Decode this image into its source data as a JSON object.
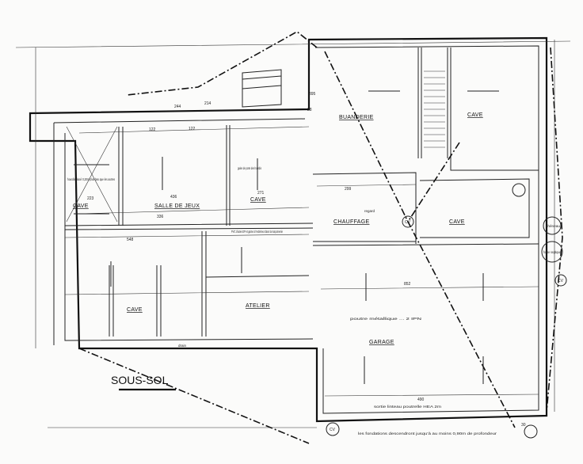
{
  "plan": {
    "title": "SOUS-SOL",
    "rooms": [
      {
        "id": "cave-1",
        "label": "CAVE"
      },
      {
        "id": "salle-de-jeux",
        "label": "SALLE DE JEUX"
      },
      {
        "id": "cave-2",
        "label": "CAVE"
      },
      {
        "id": "cave-3",
        "label": "CAVE"
      },
      {
        "id": "atelier",
        "label": "ATELIER"
      },
      {
        "id": "buanderie",
        "label": "BUANDERIE"
      },
      {
        "id": "cave-4",
        "label": "CAVE"
      },
      {
        "id": "chauffage",
        "label": "CHAUFFAGE"
      },
      {
        "id": "cave-5",
        "label": "CAVE"
      },
      {
        "id": "garage",
        "label": "GARAGE"
      }
    ],
    "dimensions": [
      "223",
      "436",
      "336",
      "271",
      "122",
      "122",
      "244",
      "548",
      "299",
      "852",
      "490",
      "395",
      "28",
      "214",
      "30",
      "CV",
      "CV",
      "CV"
    ],
    "notes": [
      "hourdis placé 0,20m plus bas que les autres",
      "gaine de porte des hourdis",
      "PVC chutes EP et gaine à l'extérieur dans la maçonnerie",
      "poutre métallique ... 2 IPN",
      "sortie linteau poutrelle HEA 2m",
      "les fondations descendront jusqu'à au moins 0,90m de profondeur",
      "regard",
      "chéneau",
      "fosse septique",
      "drain"
    ]
  }
}
